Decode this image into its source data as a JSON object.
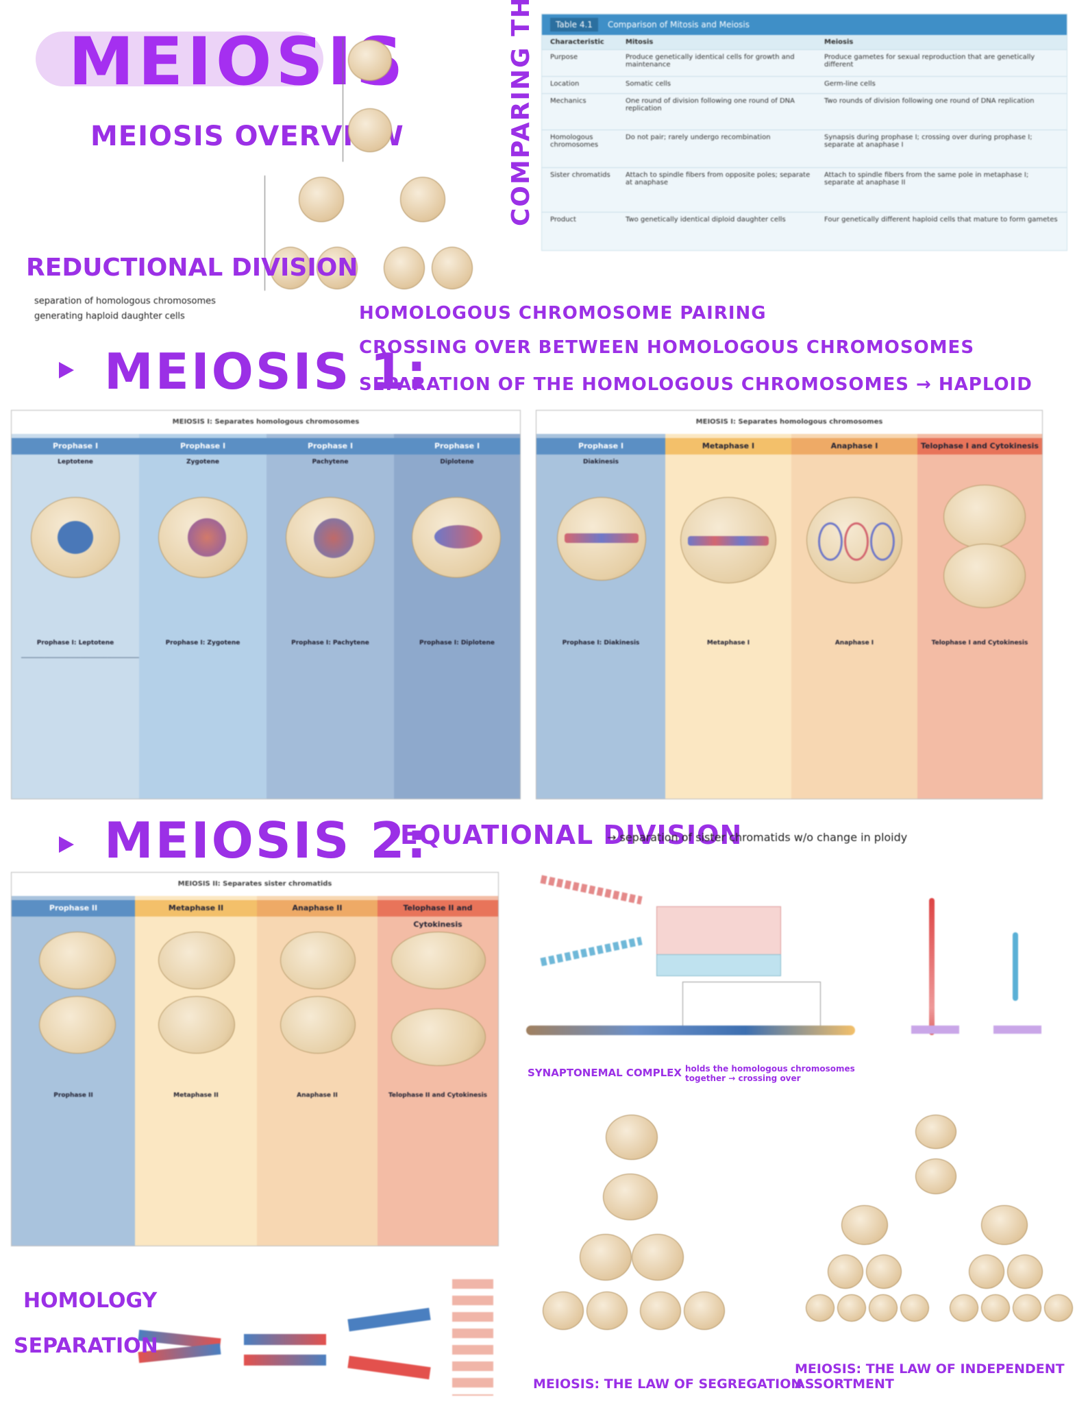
{
  "header": {
    "title": "MEIOSIS",
    "subtitle": "MEIOSIS OVERVIEW",
    "vertical_note": "COMPARING THE TWO"
  },
  "reductional": {
    "heading": "REDUCTIONAL DIVISION",
    "note_line1": "separation of homologous chromosomes",
    "note_line2": "generating haploid daughter cells"
  },
  "meiosis1": {
    "heading": "MEIOSIS 1:",
    "bullets": [
      "HOMOLOGOUS CHROMOSOME PAIRING",
      "CROSSING OVER BETWEEN HOMOLOGOUS CHROMOSOMES",
      "SEPARATION OF THE HOMOLOGOUS CHROMOSOMES → HAPLOID"
    ]
  },
  "meiosis2": {
    "heading": "MEIOSIS 2:",
    "equational": "EQUATIONAL DIVISION",
    "equational_note": "→ separation of sister chromatids w/o change in ploidy"
  },
  "comparison_table": {
    "caption_label": "Table 4.1",
    "caption": "Comparison of Mitosis and Meiosis",
    "columns": [
      "Characteristic",
      "Mitosis",
      "Meiosis"
    ],
    "rows": [
      [
        "Purpose",
        "Produce genetically identical cells for growth and maintenance",
        "Produce gametes for sexual reproduction that are genetically different"
      ],
      [
        "Location",
        "Somatic cells",
        "Germ-line cells"
      ],
      [
        "Mechanics",
        "One round of division following one round of DNA replication",
        "Two rounds of division following one round of DNA replication"
      ],
      [
        "Homologous chromosomes",
        "Do not pair; rarely undergo recombination",
        "Synapsis during prophase I; crossing over during prophase I; separate at anaphase I"
      ],
      [
        "Sister chromatids",
        "Attach to spindle fibers from opposite poles; separate at anaphase",
        "Attach to spindle fibers from the same pole in metaphase I; separate at anaphase II"
      ],
      [
        "Product",
        "Two genetically identical diploid daughter cells",
        "Four genetically different haploid cells that mature to form gametes"
      ]
    ]
  },
  "meiosis1_panel": {
    "title": "MEIOSIS I: Separates homologous chromosomes",
    "stages": [
      "Prophase I",
      "Prophase I",
      "Prophase I",
      "Prophase I"
    ],
    "substages": [
      "Leptotene",
      "Zygotene",
      "Pachytene",
      "Diplotene"
    ],
    "captions": [
      "Prophase I: Leptotene",
      "Prophase I: Zygotene",
      "Prophase I: Pachytene",
      "Prophase I: Diplotene"
    ]
  },
  "meiosis1_panel2": {
    "title": "MEIOSIS I: Separates homologous chromosomes",
    "stages": [
      "Prophase I",
      "Metaphase I",
      "Anaphase I",
      "Telophase I and Cytokinesis"
    ],
    "substages": [
      "Diakinesis",
      "",
      "",
      ""
    ],
    "captions": [
      "Prophase I: Diakinesis",
      "Metaphase I",
      "Anaphase I",
      "Telophase I and Cytokinesis"
    ]
  },
  "meiosis2_panel": {
    "title": "MEIOSIS II: Separates sister chromatids",
    "stages": [
      "Prophase II",
      "Metaphase II",
      "Anaphase II",
      "Telophase II and Cytokinesis"
    ],
    "captions": [
      "Prophase II",
      "Metaphase II",
      "Anaphase II",
      "Telophase II and Cytokinesis"
    ]
  },
  "bottom_labels": {
    "homology": "HOMOLOGY",
    "separation": "SEPARATION",
    "synaptonemal": "SYNAPTONEMAL COMPLEX",
    "synaptonemal_note": "holds the homologous chromosomes together → crossing over",
    "segregation": "MEIOSIS: THE LAW OF SEGREGATION",
    "independent": "MEIOSIS: THE LAW OF INDEPENDENT ASSORTMENT"
  },
  "colors": {
    "accent": "#9b30e6",
    "title_pill": "#ecd3f7",
    "table_header": "#3f8fc7",
    "blue_col": "#a9c3dd",
    "yellow_col": "#fbe7c2",
    "orange_col": "#f7d7b2",
    "salmon_col": "#f3bca5"
  }
}
